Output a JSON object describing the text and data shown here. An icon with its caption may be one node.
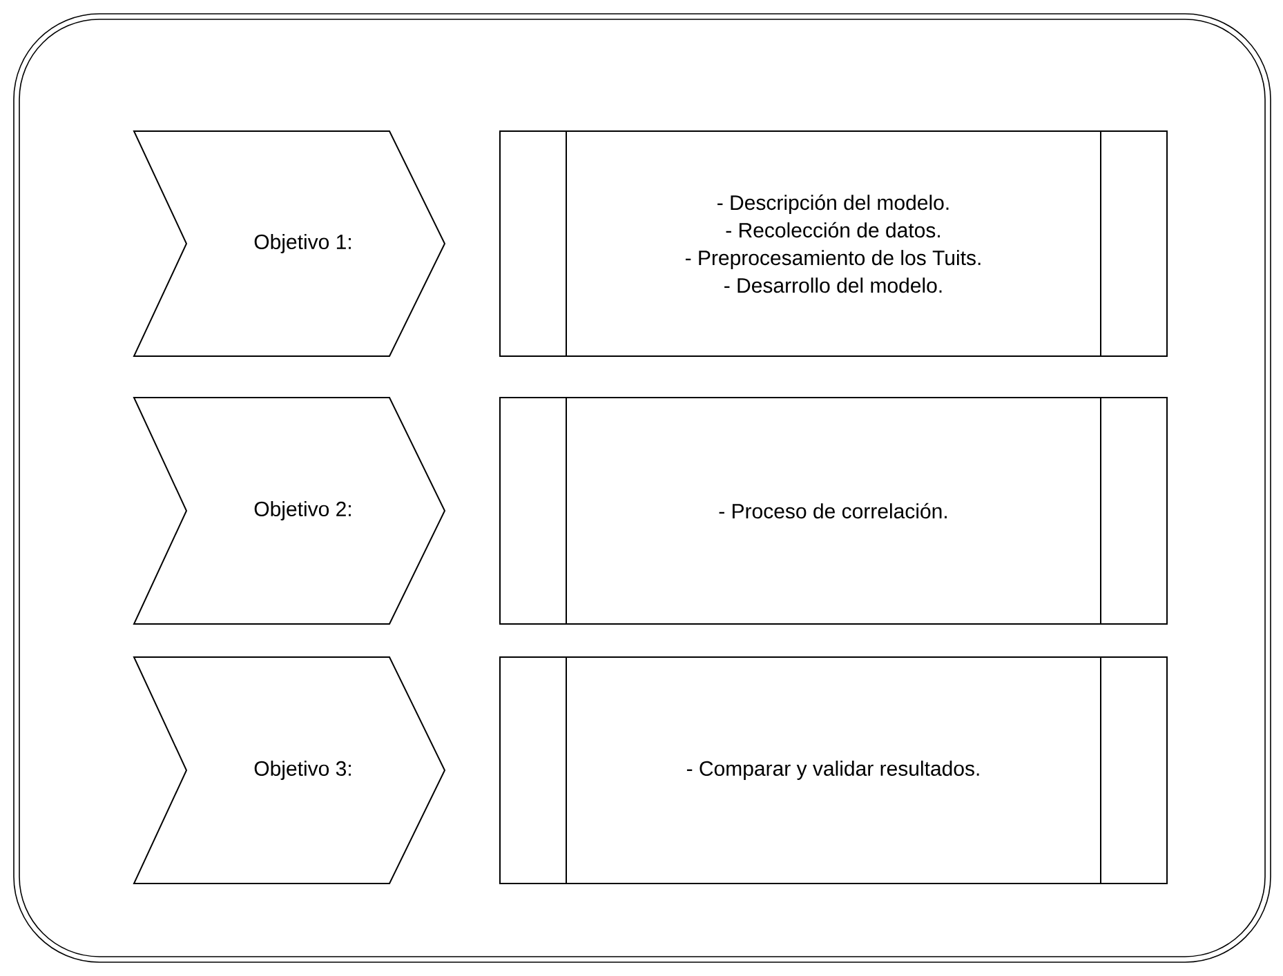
{
  "diagram": {
    "nodes": [
      {
        "text": [],
        "shape": "box"
      },
      {
        "text": [
          "Objetivo 1:"
        ],
        "in": 0
      },
      {
        "text": [
          "- Descripción del modelo.",
          "- Recolección de datos.",
          "- Preprocesamiento de los Tuits.",
          "- Desarrollo del modelo."
        ],
        "in": 0
      },
      {
        "text": [
          "Objetivo 2:"
        ],
        "in": 0
      },
      {
        "text": [
          "- Proceso de correlación."
        ],
        "in": 0
      },
      {
        "text": [
          "Objetivo 3:"
        ],
        "in": 0
      },
      {
        "text": [
          "- Comparar y validar resultados."
        ],
        "in": 0
      }
    ]
  }
}
